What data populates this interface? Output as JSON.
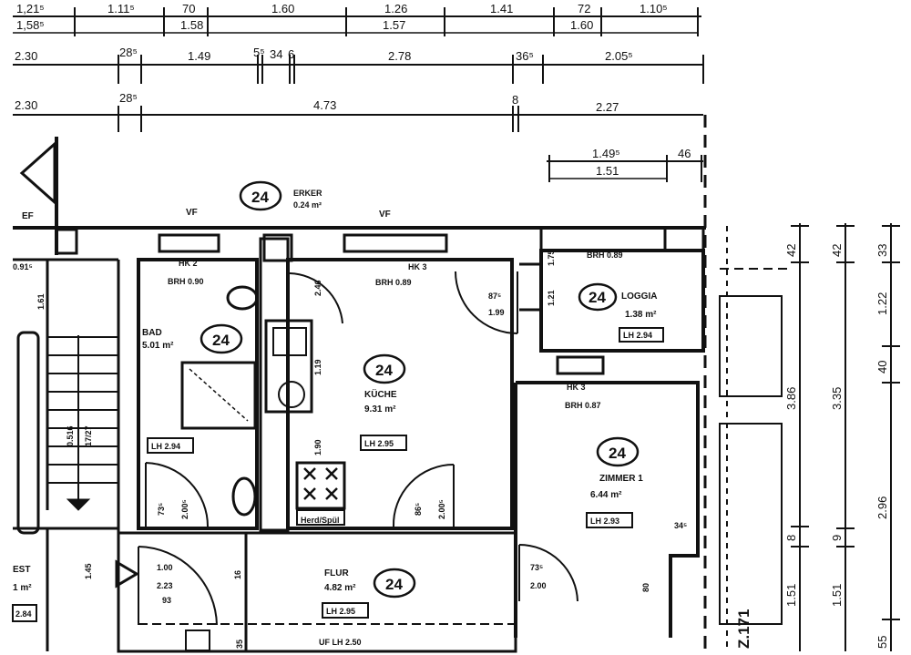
{
  "dimensions": {
    "row1_top": [
      "1,21⁵",
      "1.11⁵",
      "70",
      "1.60",
      "1.26",
      "1.41",
      "72",
      "1.10⁵"
    ],
    "row1_bottom": [
      "1,58⁵",
      "1.58",
      "1.57",
      "1.60"
    ],
    "row2": [
      "2.30",
      "28⁵",
      "1.49",
      "5⁵",
      "34",
      "6",
      "2.78",
      "36⁵",
      "2.05⁵"
    ],
    "row3": [
      "2.30",
      "28⁵",
      "4.73",
      "8",
      "2.27"
    ],
    "loggia_top": [
      "1.49⁵",
      "46"
    ],
    "loggia_bottom": "1.51",
    "right_col1": [
      "42",
      "3.86",
      "8",
      "1.51"
    ],
    "right_col2": [
      "42",
      "3.35",
      "9",
      "1.51"
    ],
    "right_col3": [
      "33",
      "1.22",
      "40",
      "2.96",
      "55"
    ]
  },
  "rooms": {
    "bad": {
      "name": "BAD",
      "area": "5.01 m²",
      "lh": "LH 2.94",
      "number": "24"
    },
    "kueche": {
      "name": "KÜCHE",
      "area": "9.31 m²",
      "lh": "LH 2.95",
      "number": "24"
    },
    "loggia": {
      "name": "LOGGIA",
      "area": "1.38 m²",
      "lh": "LH 2.94",
      "number": "24"
    },
    "zimmer": {
      "name": "ZIMMER 1",
      "area": "6.44 m²",
      "lh": "LH 2.93",
      "number": "24"
    },
    "flur": {
      "name": "FLUR",
      "area": "4.82 m²",
      "lh": "LH 2.95",
      "number": "24"
    },
    "rest": {
      "name": "EST",
      "area": "1 m²",
      "lh": "2.84"
    },
    "top_room": {
      "number": "24",
      "name": "ERKER",
      "area": "0.24 m²"
    }
  },
  "labels": {
    "vf1": "VF",
    "vf2": "VF",
    "ef": "EF",
    "brh_bad": "BRH 0.90",
    "hk_bad": "HK 2",
    "brh_kueche": "BRH 0.89",
    "hk_kueche": "HK 3",
    "brh_loggia": "BRH 0.89",
    "brh_zimmer": "BRH 0.87",
    "hk_zimmer": "HK 3",
    "door_bad": "73⁵",
    "door_bad2": "2.00⁵",
    "door_kueche": "86⁵",
    "door_kueche2": "2.00⁵",
    "door_loggia": "87⁵",
    "door_loggia2": "1.99",
    "door_zimmer": "73⁵",
    "door_zimmer2": "2.00",
    "entry1": "1.00",
    "entry2": "2.23",
    "entry3": "93",
    "flur_bottom": "UF LH 2.50",
    "stair1": "0.516",
    "stair2": "17/27",
    "stair3": "1.45",
    "left1": "0.91⁵",
    "left2": "1.61",
    "cook_label": "Herd/Spül",
    "v_119": "1.19",
    "v_190": "1.90",
    "v_16": "16",
    "v_121": "1.21",
    "v_175": "1.75",
    "v_80": "80",
    "v_345": "34⁵",
    "v_35": "35",
    "v_246": "2.46",
    "corner_tag": "Z.171"
  }
}
